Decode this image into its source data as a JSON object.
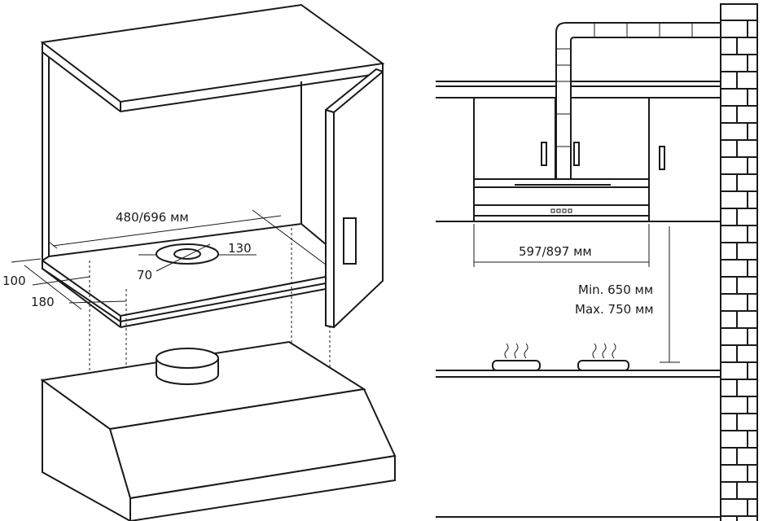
{
  "left_diagram": {
    "width_label": "480/696 мм",
    "outer_diameter_label": "130",
    "inner_diameter_label": "70",
    "offset_front_label": "100",
    "offset_depth_label": "180"
  },
  "right_diagram": {
    "hood_width_label": "597/897 мм",
    "min_height_label": "Min. 650 мм",
    "max_height_label": "Max. 750 мм"
  }
}
